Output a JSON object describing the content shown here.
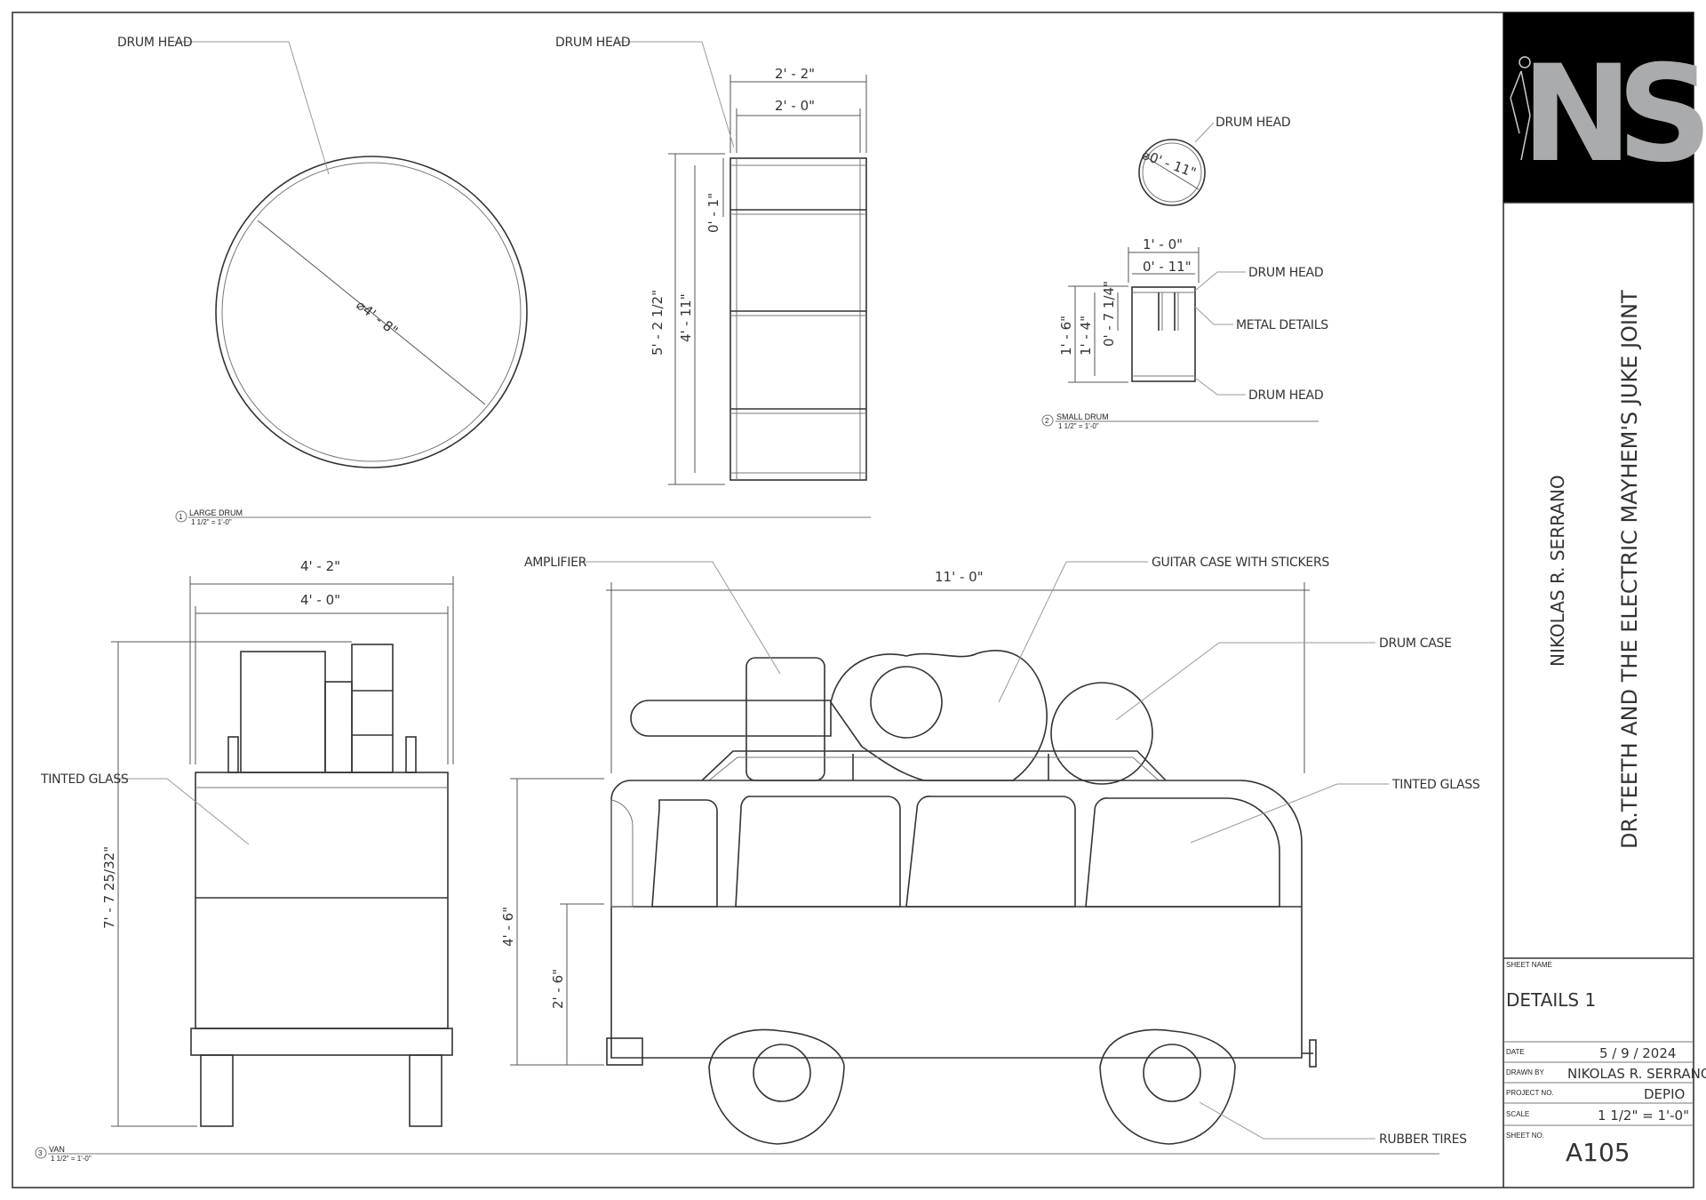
{
  "callouts": {
    "drum_head_large": "DRUM HEAD",
    "drum_head_side": "DRUM HEAD",
    "drum_head_small_top": "DRUM HEAD",
    "drum_head_small_1": "DRUM HEAD",
    "metal_details": "METAL DETAILS",
    "drum_head_small_2": "DRUM HEAD",
    "amplifier": "AMPLIFIER",
    "guitar_case": "GUITAR CASE WITH STICKERS",
    "drum_case": "DRUM CASE",
    "tinted_glass_front": "TINTED GLASS",
    "tinted_glass_side": "TINTED GLASS",
    "rubber_tires": "RUBBER TIRES"
  },
  "dimensions": {
    "large_dia": "⌀4' - 8\"",
    "side_w_outer": "2' - 2\"",
    "side_w_inner": "2' - 0\"",
    "side_h_outer": "5' - 2 1/2\"",
    "side_h_inner": "4' - 11\"",
    "side_thk": "0' - 1\"",
    "small_dia": "⌀0' - 11\"",
    "small_w_outer": "1' - 0\"",
    "small_w_inner": "0' - 11\"",
    "small_h_outer": "1' - 6\"",
    "small_h_mid": "1' - 4\"",
    "small_h_inner": "0' - 7 1/4\"",
    "van_front_w_outer": "4' - 2\"",
    "van_front_w_inner": "4' - 0\"",
    "van_front_h": "7' - 7 25/32\"",
    "van_len": "11' - 0\"",
    "van_body_h": "4' - 6\"",
    "van_lower_h": "2' - 6\""
  },
  "views": [
    {
      "num": "1",
      "name": "LARGE DRUM",
      "scale": "1 1/2\" = 1'-0\""
    },
    {
      "num": "2",
      "name": "SMALL DRUM",
      "scale": "1 1/2\" = 1'-0\""
    },
    {
      "num": "3",
      "name": "VAN",
      "scale": "1 1/2\" = 1'-0\""
    }
  ],
  "title_block": {
    "logo_text": "NS",
    "designer": "NIKOLAS R. SERRANO",
    "project_title": "DR.TEETH AND THE ELECTRIC MAYHEM'S JUKE JOINT",
    "sheet_name_label": "SHEET NAME",
    "sheet_name": "DETAILS 1",
    "date_label": "DATE",
    "date": "5 / 9 / 2024",
    "drawn_by_label": "DRAWN BY",
    "drawn_by": "NIKOLAS R. SERRANO",
    "project_no_label": "PROJECT NO.",
    "project_no": "DEPIO",
    "scale_label": "SCALE",
    "scale": "1 1/2\" = 1'-0\"",
    "sheet_no_label": "SHEET NO.",
    "sheet_no": "A105"
  },
  "colors": {
    "line": "#333333",
    "logo_bg": "#000000",
    "logo_fg": "#a9abad"
  }
}
